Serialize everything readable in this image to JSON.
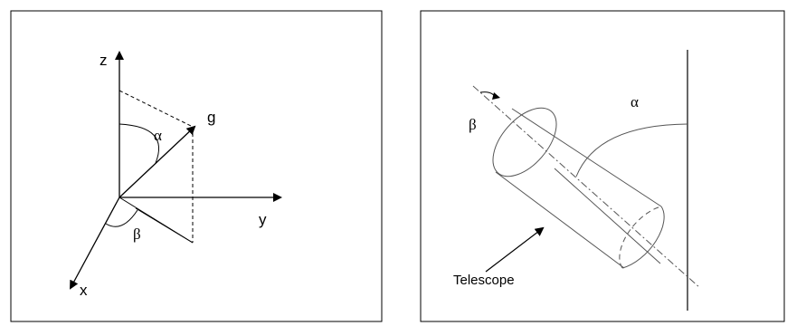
{
  "left_panel": {
    "axis_z": "z",
    "axis_y": "y",
    "axis_x": "x",
    "vector_label": "g",
    "angle_alpha": "α",
    "angle_beta": "β"
  },
  "right_panel": {
    "angle_alpha": "α",
    "angle_beta": "β",
    "telescope_label": "Telescope"
  },
  "colors": {
    "stroke": "#000000",
    "telescope_stroke": "#555555",
    "background": "#ffffff"
  }
}
